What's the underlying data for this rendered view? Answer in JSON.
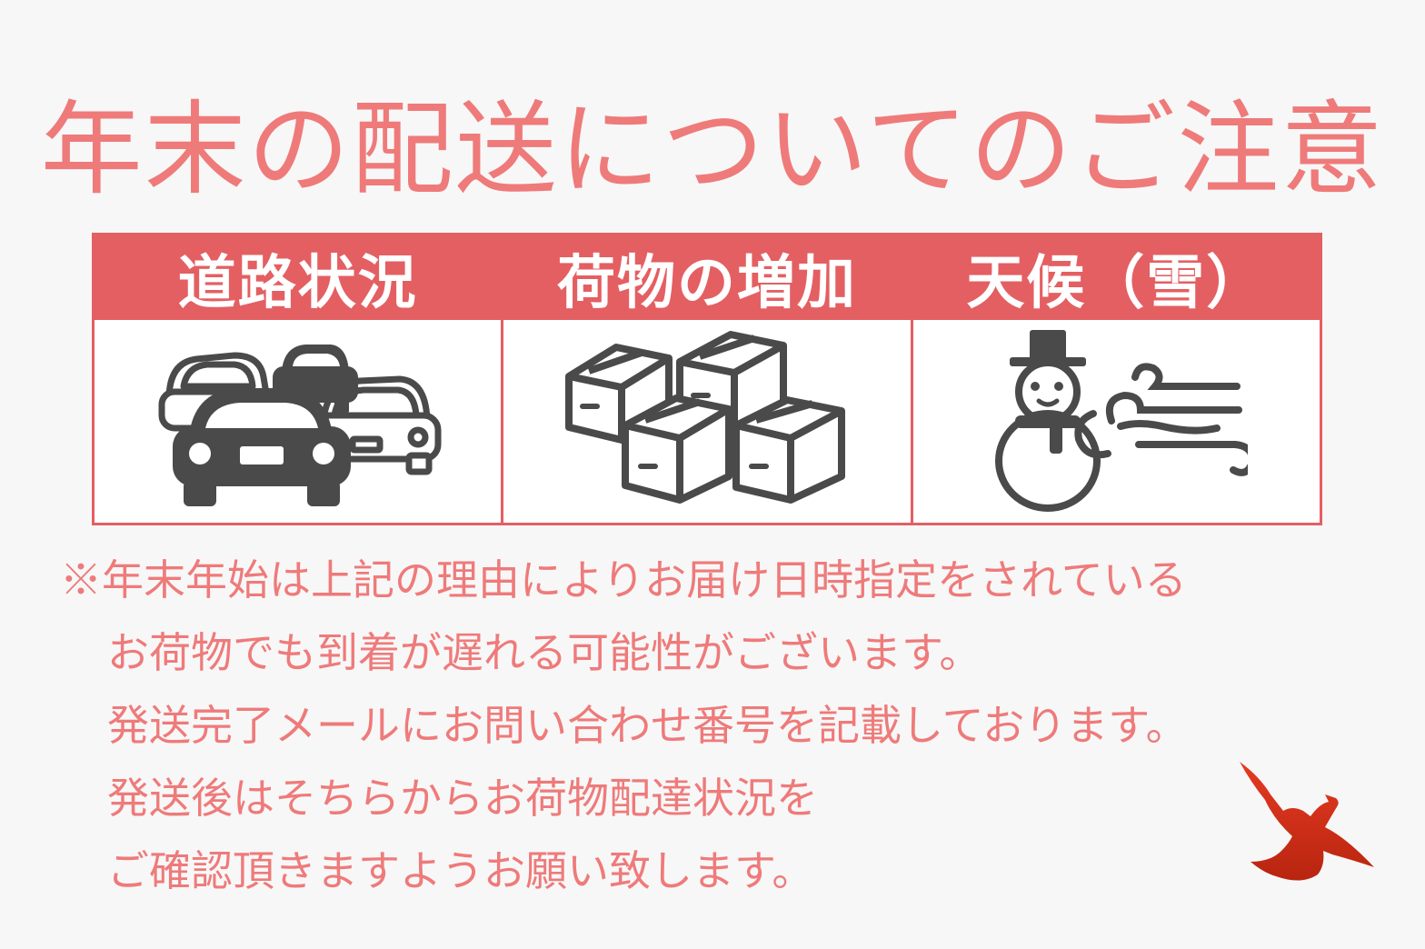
{
  "title": "年末の配送についてのご注意",
  "reasons": [
    {
      "label": "道路状況",
      "icon": "traffic-jam-icon"
    },
    {
      "label": "荷物の増加",
      "icon": "boxes-icon"
    },
    {
      "label": "天候（雪）",
      "icon": "snowman-wind-icon"
    }
  ],
  "notes": [
    "※年末年始は上記の理由によりお届け日時指定をされている",
    "お荷物でも到着が遅れる可能性がございます。",
    "発送完了メールにお問い合わせ番号を記載しております。",
    "発送後はそちらからお荷物配達状況を",
    "ご確認頂きますようお願い致します。"
  ],
  "colors": {
    "accent": "#e45f62",
    "text": "#ef7a7a",
    "icon": "#4a4a4a",
    "logo": "#d8321c"
  },
  "logo": {
    "icon": "bird-logo-icon"
  }
}
